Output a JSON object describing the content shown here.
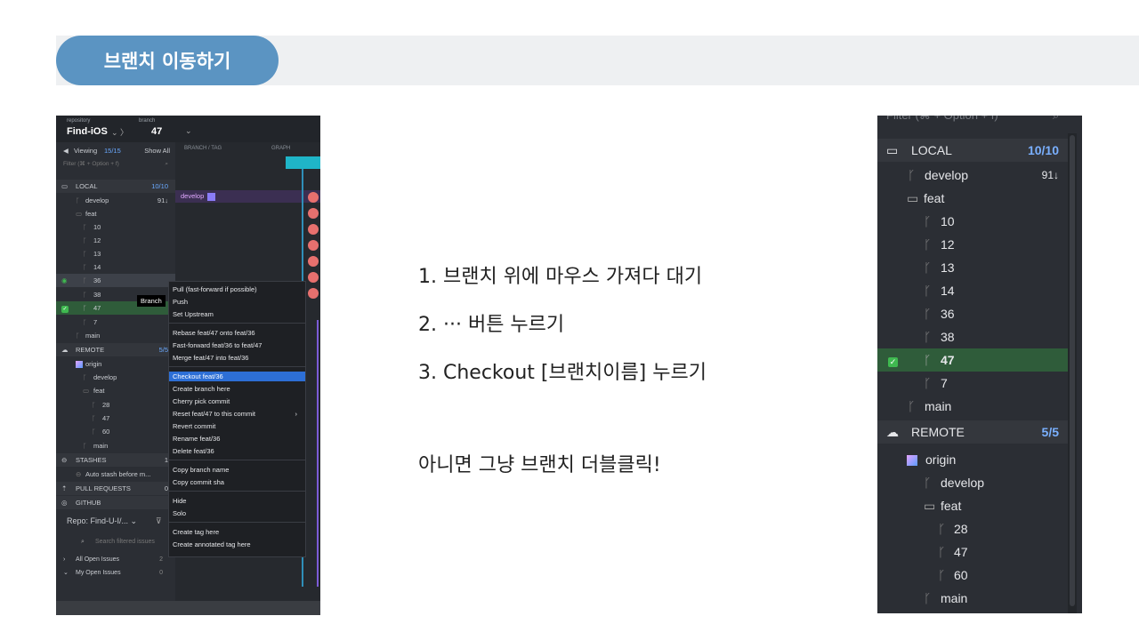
{
  "header": {
    "title": "브랜치 이동하기"
  },
  "left_shot": {
    "repo_label": "repository",
    "branch_label": "branch",
    "repo_name": "Find-iOS",
    "repo_suffix": "⌄ 〉",
    "branch_name": "47",
    "viewing": "Viewing",
    "viewing_count": "15/15",
    "show_all": "Show All",
    "filter_placeholder": "Filter (⌘ + Option + f)",
    "col_branch_tag": "BRANCH / TAG",
    "col_graph": "GRAPH",
    "graph_tag": "develop",
    "tooltip": "Branch",
    "sidebar": [
      {
        "label": "LOCAL",
        "count": "10/10"
      },
      {
        "label": "develop",
        "count": "91↓"
      },
      {
        "label": "feat"
      },
      {
        "label": "10"
      },
      {
        "label": "12"
      },
      {
        "label": "13"
      },
      {
        "label": "14"
      },
      {
        "label": "36"
      },
      {
        "label": "38"
      },
      {
        "label": "47"
      },
      {
        "label": "7"
      },
      {
        "label": "main"
      },
      {
        "label": "REMOTE",
        "count": "5/5"
      },
      {
        "label": "origin"
      },
      {
        "label": "develop"
      },
      {
        "label": "feat"
      },
      {
        "label": "28"
      },
      {
        "label": "47"
      },
      {
        "label": "60"
      },
      {
        "label": "main"
      },
      {
        "label": "STASHES",
        "count": "1"
      },
      {
        "label": "Auto stash before m..."
      },
      {
        "label": "PULL REQUESTS",
        "count": "0"
      },
      {
        "label": "GITHUB"
      },
      {
        "label": "Repo:  Find-U-I/...  ⌄"
      },
      {
        "label": "Search filtered issues"
      },
      {
        "label": "All Open Issues",
        "count": "2"
      },
      {
        "label": "My Open Issues",
        "count": "0"
      }
    ],
    "menu": [
      "Pull (fast-forward if possible)",
      "Push",
      "Set Upstream",
      "Rebase feat/47 onto feat/36",
      "Fast-forward feat/36 to feat/47",
      "Merge feat/47 into feat/36",
      "Checkout feat/36",
      "Create branch here",
      "Cherry pick commit",
      "Reset feat/47 to this commit",
      "Revert commit",
      "Rename feat/36",
      "Delete feat/36",
      "Copy branch name",
      "Copy commit sha",
      "Hide",
      "Solo",
      "Create tag here",
      "Create annotated tag here"
    ],
    "submenu_arrow": "›"
  },
  "steps": [
    "1.  브랜치 위에 마우스 가져다 대기",
    "2.  ··· 버튼 누르기",
    "3.  Checkout [브랜치이름] 누르기"
  ],
  "note": "아니면 그냥 브랜치 더블클릭!",
  "right_shot": {
    "filter_text": "Filter (⌘ + Option + f)",
    "rows": [
      {
        "label": "LOCAL",
        "count": "10/10"
      },
      {
        "label": "develop",
        "count": "91↓"
      },
      {
        "label": "feat"
      },
      {
        "label": "10"
      },
      {
        "label": "12"
      },
      {
        "label": "13"
      },
      {
        "label": "14"
      },
      {
        "label": "36"
      },
      {
        "label": "38"
      },
      {
        "label": "47"
      },
      {
        "label": "7"
      },
      {
        "label": "main"
      },
      {
        "label": "REMOTE",
        "count": "5/5"
      },
      {
        "label": "origin"
      },
      {
        "label": "develop"
      },
      {
        "label": "feat"
      },
      {
        "label": "28"
      },
      {
        "label": "47"
      },
      {
        "label": "60"
      },
      {
        "label": "main"
      }
    ]
  },
  "colors": {
    "accent": "#5b94c2",
    "highlight": "#2d6fd6",
    "checked_out": "#2f5c3a"
  }
}
